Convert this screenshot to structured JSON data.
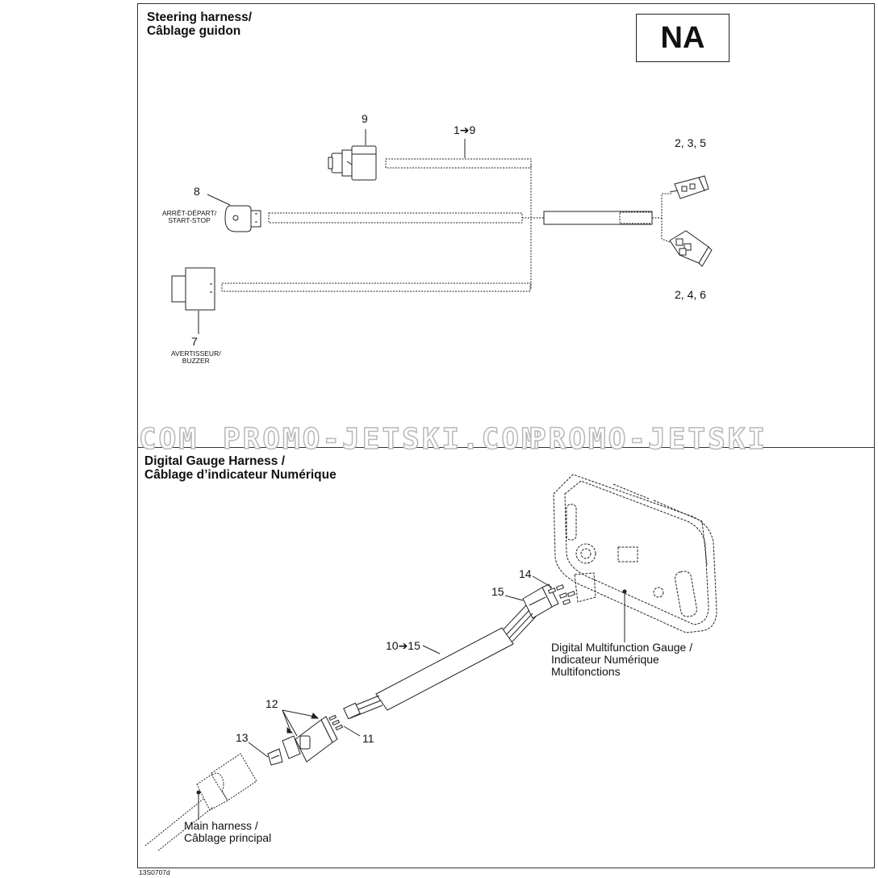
{
  "top_section": {
    "title_line1": "Steering harness/",
    "title_line2": "Câblage guidon",
    "region_badge": "NA",
    "labels": {
      "part_9": "9",
      "range_1_9": "1➔9",
      "part_8": "8",
      "part_8_name_fr": "ARRÊT-DÉPART/",
      "part_8_name_en": "START-STOP",
      "part_7": "7",
      "part_7_name_fr": "AVERTISSEUR/",
      "part_7_name_en": "BUZZER",
      "parts_2_3_5": "2, 3, 5",
      "parts_2_4_6": "2, 4, 6"
    }
  },
  "watermark": {
    "left": "COM",
    "middle": "PROMO-JETSKI.COM",
    "right": "PROMO-JETSKI"
  },
  "bottom_section": {
    "title_line1": "Digital Gauge Harness /",
    "title_line2": "Câblage d’indicateur Numérique",
    "labels": {
      "part_14": "14",
      "part_15": "15",
      "range_10_15": "10➔15",
      "part_12": "12",
      "part_13": "13",
      "part_11": "11"
    },
    "gauge_callout": {
      "line1": "Digital Multifunction Gauge /",
      "line2": "Indicateur Numérique",
      "line3": "Multifonctions"
    },
    "main_harness_callout": {
      "line1": "Main harness /",
      "line2": "Câblage principal"
    }
  },
  "drawing_code": "13S0707d"
}
